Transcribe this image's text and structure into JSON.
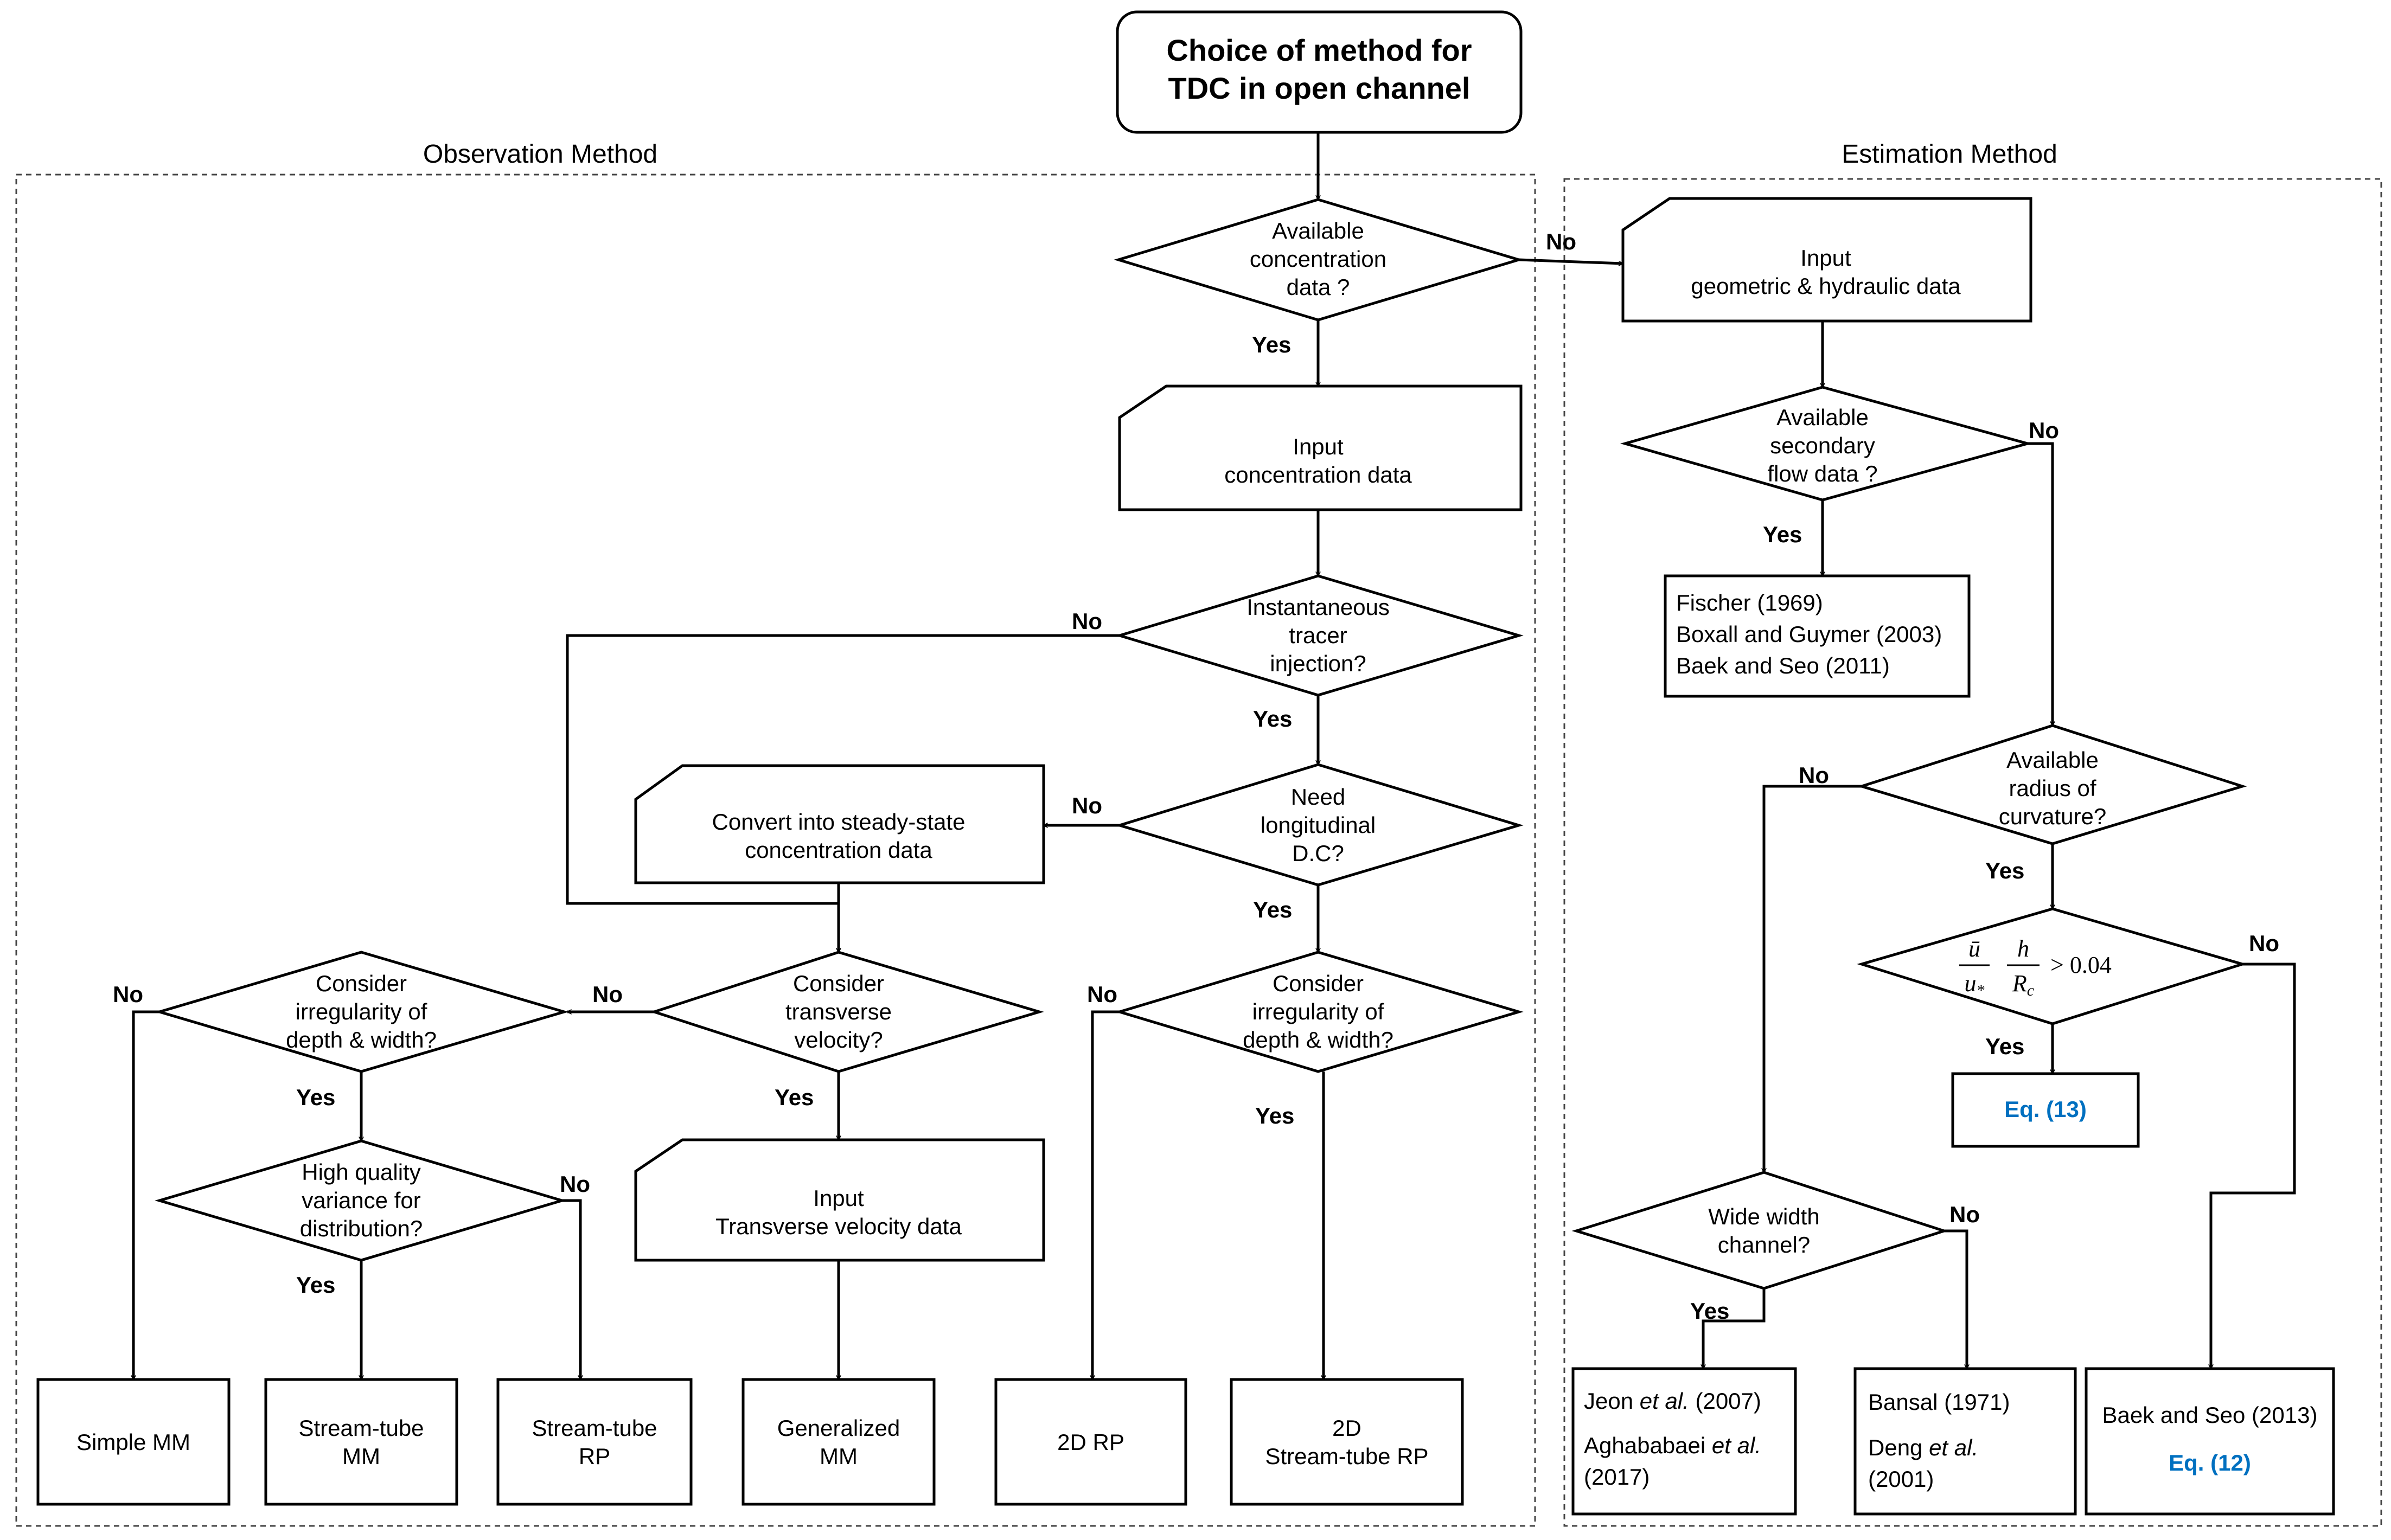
{
  "start": [
    "Choice of  method for",
    "TDC in open channel"
  ],
  "sections": {
    "observation": "Observation Method",
    "estimation": "Estimation Method"
  },
  "decisions": {
    "available_concentration": [
      "Available",
      "concentration",
      "data ?"
    ],
    "instantaneous_injection": [
      "Instantaneous",
      "tracer",
      "injection?"
    ],
    "need_longitudinal": [
      "Need",
      "longitudinal",
      "D.C?"
    ],
    "consider_irregularity_right": [
      "Consider",
      "irregularity of",
      "depth & width?"
    ],
    "consider_transverse": [
      "Consider",
      "transverse",
      "velocity?"
    ],
    "consider_irregularity_left": [
      "Consider",
      "irregularity of",
      "depth & width?"
    ],
    "high_quality_variance": [
      "High quality",
      "variance for",
      "distribution?"
    ],
    "available_secondary": [
      "Available",
      "secondary",
      "flow data ?"
    ],
    "available_radius": [
      "Available",
      "radius of",
      "curvature?"
    ],
    "ratio_condition": "> 0.04",
    "wide_width": [
      "Wide width",
      "channel?"
    ]
  },
  "inputs": {
    "concentration": [
      "Input",
      "concentration data"
    ],
    "convert": [
      "Convert into steady-state",
      "concentration data"
    ],
    "transverse": [
      "Input",
      "Transverse velocity data"
    ],
    "geometric": [
      "Input",
      "geometric & hydraulic data"
    ]
  },
  "results": {
    "simple_mm": [
      "Simple  MM"
    ],
    "stream_tube_mm": [
      "Stream-tube",
      "MM"
    ],
    "stream_tube_rp": [
      "Stream-tube",
      "RP"
    ],
    "generalized_mm": [
      "Generalized",
      "MM"
    ],
    "rp_2d": [
      "2D RP"
    ],
    "stream_tube_rp_2d": [
      "2D",
      "Stream-tube RP"
    ]
  },
  "references": {
    "secondary_flow": [
      "Fischer (1969)",
      "Boxall and Guymer (2003)",
      "Baek and Seo (2011)"
    ],
    "eq13": "Eq. (13)",
    "jeon": {
      "pre": "Jeon ",
      "it": "et al.",
      "post": " (2007)"
    },
    "aghababaei": {
      "pre": "Aghababaei ",
      "it": "et al.",
      "post": "",
      "line2": "(2017)"
    },
    "bansal": "Bansal (1971)",
    "deng": {
      "pre": "Deng ",
      "it": "et al.",
      "post": "",
      "line2": "(2001)"
    },
    "baek_seo_2013": "Baek and Seo (2013)",
    "eq12": "Eq. (12)"
  },
  "branch_labels": {
    "yes": "Yes",
    "no": "No"
  }
}
